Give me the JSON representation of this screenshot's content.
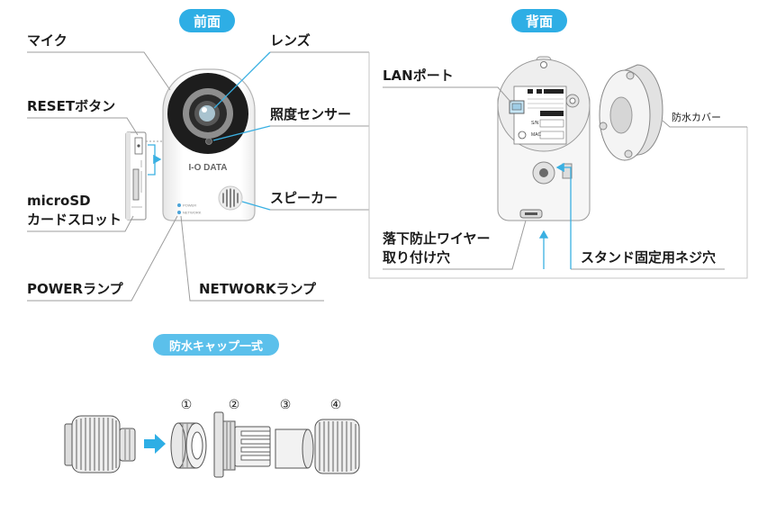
{
  "front": {
    "badge": "前面",
    "mic_label": "マイク",
    "lens_label": "レンズ",
    "reset_label": "RESETボタン",
    "light_sensor_label": "照度センサー",
    "microsd_label_line1": "microSD",
    "microsd_label_line2": "カードスロット",
    "speaker_label": "スピーカー",
    "power_lamp_label": "POWERランプ",
    "network_lamp_label": "NETWORKランプ",
    "brand_logo": "I-O DATA",
    "lamp_text_power": "POWER",
    "lamp_text_network": "NETWORK"
  },
  "back": {
    "badge": "背面",
    "lan_label": "LANポート",
    "cover_label": "防水カバー",
    "wire_label_line1": "落下防止ワイヤー",
    "wire_label_line2": "取り付け穴",
    "stand_label": "スタンド固定用ネジ穴",
    "sticker_sn": "S/N",
    "sticker_mac": "MAC"
  },
  "cap_set": {
    "badge": "防水キャップ一式",
    "part_numbers": [
      "①",
      "②",
      "③",
      "④"
    ]
  },
  "colors": {
    "badge": "#2eaee5",
    "badge_light": "#5bc0eb",
    "leader_line": "#9c9c9c",
    "pointer_line": "#3ab0e2"
  }
}
